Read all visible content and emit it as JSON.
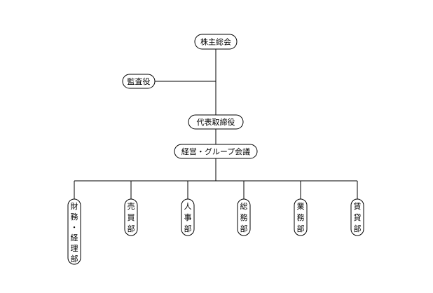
{
  "org_chart": {
    "shareholders_meeting": "株主総会",
    "auditor": "監査役",
    "representative_director": "代表取締役",
    "management_group_meeting": "経営・グループ会議",
    "departments": [
      {
        "name": "財務・経理部",
        "chars": [
          "財",
          "務",
          "・",
          "経",
          "理",
          "部"
        ]
      },
      {
        "name": "売買部",
        "chars": [
          "売",
          "買",
          "部"
        ]
      },
      {
        "name": "人事部",
        "chars": [
          "人",
          "事",
          "部"
        ]
      },
      {
        "name": "総務部",
        "chars": [
          "総",
          "務",
          "部"
        ]
      },
      {
        "name": "業務部",
        "chars": [
          "業",
          "務",
          "部"
        ]
      },
      {
        "name": "賃貸部",
        "chars": [
          "賃",
          "貸",
          "部"
        ]
      }
    ]
  }
}
